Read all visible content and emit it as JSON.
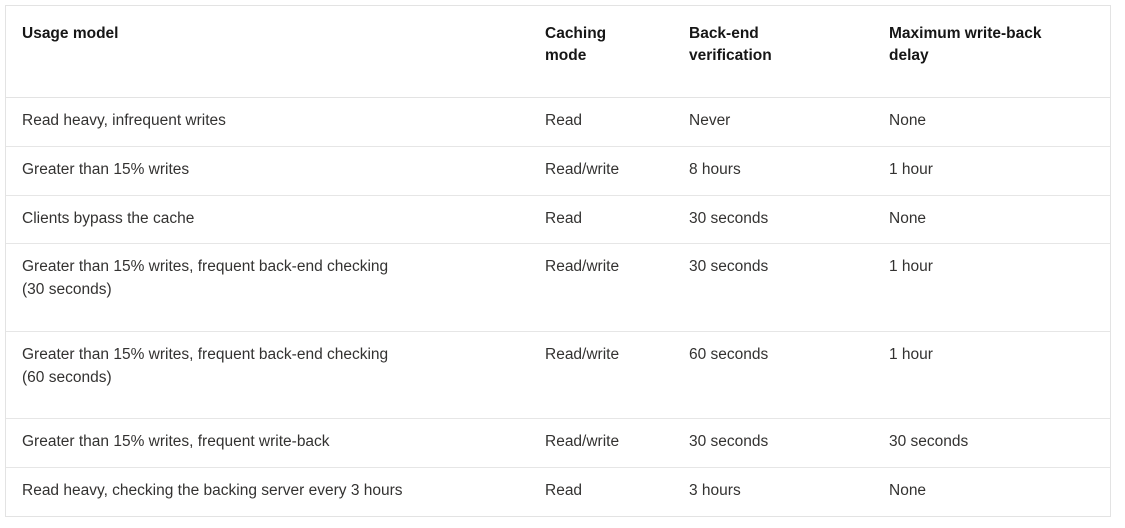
{
  "table": {
    "name": "caching-usage-model-table",
    "columns": [
      {
        "key": "usage_model",
        "label": "Usage model",
        "label_lines": [
          "Usage model"
        ]
      },
      {
        "key": "caching_mode",
        "label": "Caching mode",
        "label_lines": [
          "Caching",
          "mode"
        ]
      },
      {
        "key": "backend_verification",
        "label": "Back-end verification",
        "label_lines": [
          "Back-end",
          "verification"
        ]
      },
      {
        "key": "max_write_back_delay",
        "label": "Maximum write-back delay",
        "label_lines": [
          "Maximum write-back",
          "delay"
        ]
      }
    ],
    "rows": [
      {
        "usage_model_lines": [
          "Read heavy, infrequent writes"
        ],
        "caching_mode": "Read",
        "backend_verification": "Never",
        "max_write_back_delay": "None"
      },
      {
        "usage_model_lines": [
          "Greater than 15% writes"
        ],
        "caching_mode": "Read/write",
        "backend_verification": "8 hours",
        "max_write_back_delay": "1 hour"
      },
      {
        "usage_model_lines": [
          "Clients bypass the cache"
        ],
        "caching_mode": "Read",
        "backend_verification": "30 seconds",
        "max_write_back_delay": "None"
      },
      {
        "usage_model_lines": [
          "Greater than 15% writes, frequent back-end checking",
          "(30 seconds)"
        ],
        "caching_mode": "Read/write",
        "backend_verification": "30 seconds",
        "max_write_back_delay": "1 hour"
      },
      {
        "usage_model_lines": [
          "Greater than 15% writes, frequent back-end checking",
          "(60 seconds)"
        ],
        "caching_mode": "Read/write",
        "backend_verification": "60 seconds",
        "max_write_back_delay": "1 hour"
      },
      {
        "usage_model_lines": [
          "Greater than 15% writes, frequent write-back"
        ],
        "caching_mode": "Read/write",
        "backend_verification": "30 seconds",
        "max_write_back_delay": "30 seconds"
      },
      {
        "usage_model_lines": [
          "Read heavy, checking the backing server every 3 hours"
        ],
        "caching_mode": "Read",
        "backend_verification": "3 hours",
        "max_write_back_delay": "None"
      }
    ]
  },
  "colors": {
    "page_background": "#ffffff",
    "table_border": "#e3e3e3",
    "row_divider": "#e6e6e6",
    "header_text": "#161616",
    "body_text": "#333231"
  }
}
